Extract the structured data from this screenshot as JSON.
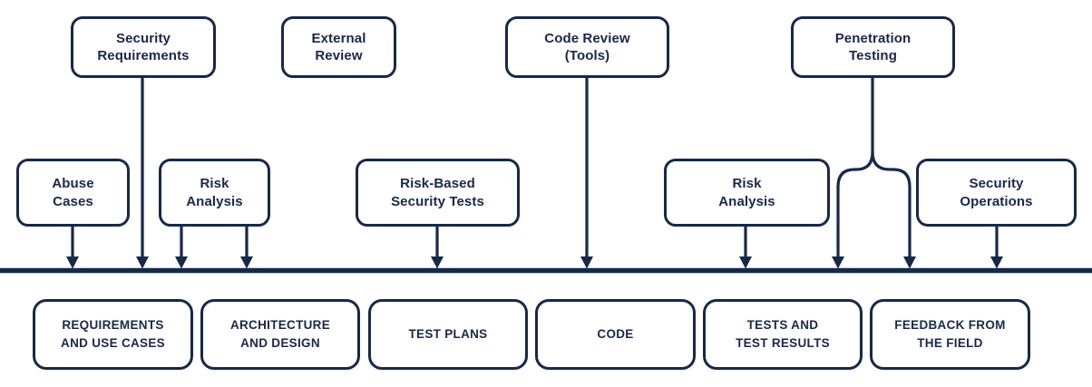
{
  "colors": {
    "ink": "#17294b",
    "background": "#ffffff"
  },
  "diagram": {
    "top_row": [
      {
        "id": "security-requirements",
        "label": "Security\nRequirements"
      },
      {
        "id": "external-review",
        "label": "External\nReview"
      },
      {
        "id": "code-review-tools",
        "label": "Code Review\n(Tools)"
      },
      {
        "id": "penetration-testing",
        "label": "Penetration\nTesting"
      }
    ],
    "middle_row": [
      {
        "id": "abuse-cases",
        "label": "Abuse\nCases"
      },
      {
        "id": "risk-analysis-design",
        "label": "Risk\nAnalysis"
      },
      {
        "id": "risk-based-security-tests",
        "label": "Risk-Based\nSecurity Tests"
      },
      {
        "id": "risk-analysis-tests",
        "label": "Risk\nAnalysis"
      },
      {
        "id": "security-operations",
        "label": "Security\nOperations"
      }
    ],
    "artifact_row": [
      {
        "id": "requirements-and-use-cases",
        "label": "REQUIREMENTS\nAND USE CASES"
      },
      {
        "id": "architecture-and-design",
        "label": "ARCHITECTURE\nAND DESIGN"
      },
      {
        "id": "test-plans",
        "label": "TEST PLANS"
      },
      {
        "id": "code",
        "label": "CODE"
      },
      {
        "id": "tests-and-test-results",
        "label": "TESTS AND\nTEST RESULTS"
      },
      {
        "id": "feedback-from-the-field",
        "label": "FEEDBACK FROM\nTHE FIELD"
      }
    ]
  }
}
